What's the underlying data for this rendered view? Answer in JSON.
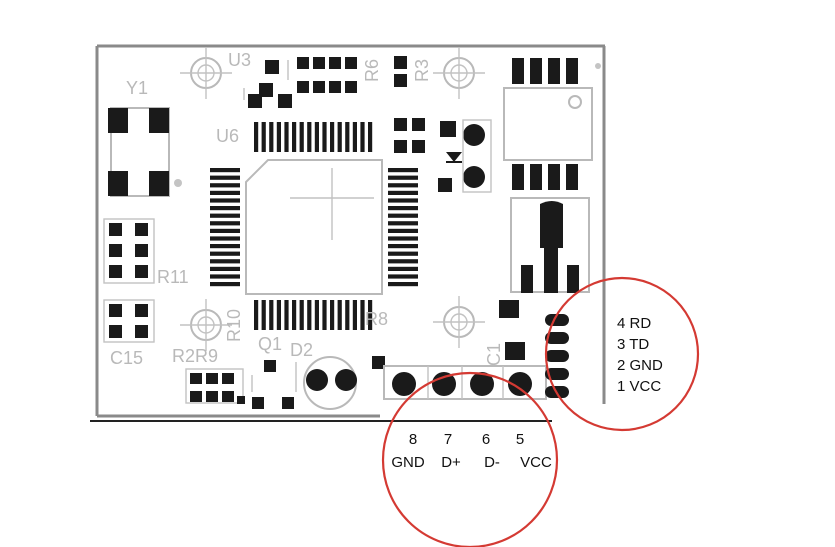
{
  "components": {
    "Y1": "Y1",
    "U3": "U3",
    "R6": "R6",
    "R3": "R3",
    "U6": "U6",
    "R11": "R11",
    "R8": "R8",
    "C15": "C15",
    "R2R9": "R2R9",
    "R10": "R10",
    "Q1": "Q1",
    "D2": "D2",
    "C1": "C1"
  },
  "uart_pins": [
    {
      "num": "4",
      "name": "RD"
    },
    {
      "num": "3",
      "name": "TD"
    },
    {
      "num": "2",
      "name": "GND"
    },
    {
      "num": "1",
      "name": "VCC"
    }
  ],
  "usb_pins": [
    {
      "num": "8",
      "name": "GND"
    },
    {
      "num": "7",
      "name": "D+"
    },
    {
      "num": "6",
      "name": "D-"
    },
    {
      "num": "5",
      "name": "VCC"
    }
  ],
  "colors": {
    "silkscreen": "#b9b9b9",
    "pads": "#1a1a1a",
    "highlight": "#d43a33",
    "board_edge": "#888888"
  }
}
